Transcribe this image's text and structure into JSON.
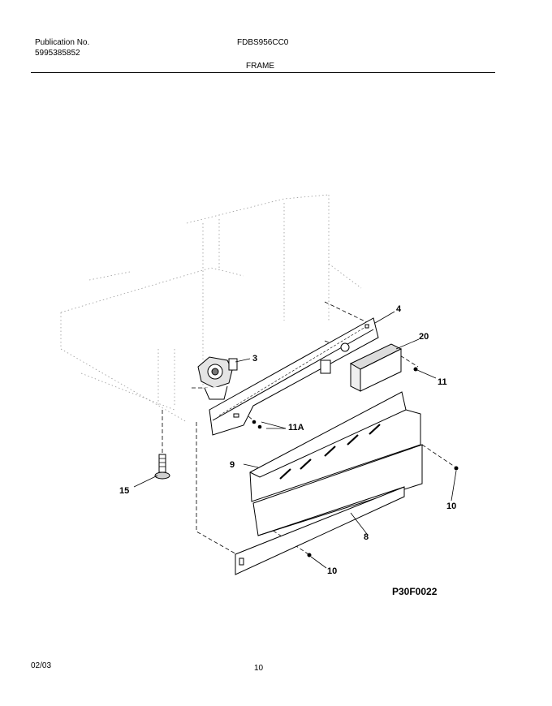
{
  "header": {
    "publication_label": "Publication No.",
    "publication_number": "5995385852",
    "model": "FDBS956CC0",
    "section": "FRAME"
  },
  "diagram": {
    "callouts": {
      "c4": "4",
      "c20": "20",
      "c3": "3",
      "c11": "11",
      "c11a": "11A",
      "c9": "9",
      "c15": "15",
      "c10_right": "10",
      "c8": "8",
      "c10_bottom": "10"
    },
    "figure_code": "P30F0022"
  },
  "footer": {
    "date": "02/03",
    "page": "10"
  }
}
